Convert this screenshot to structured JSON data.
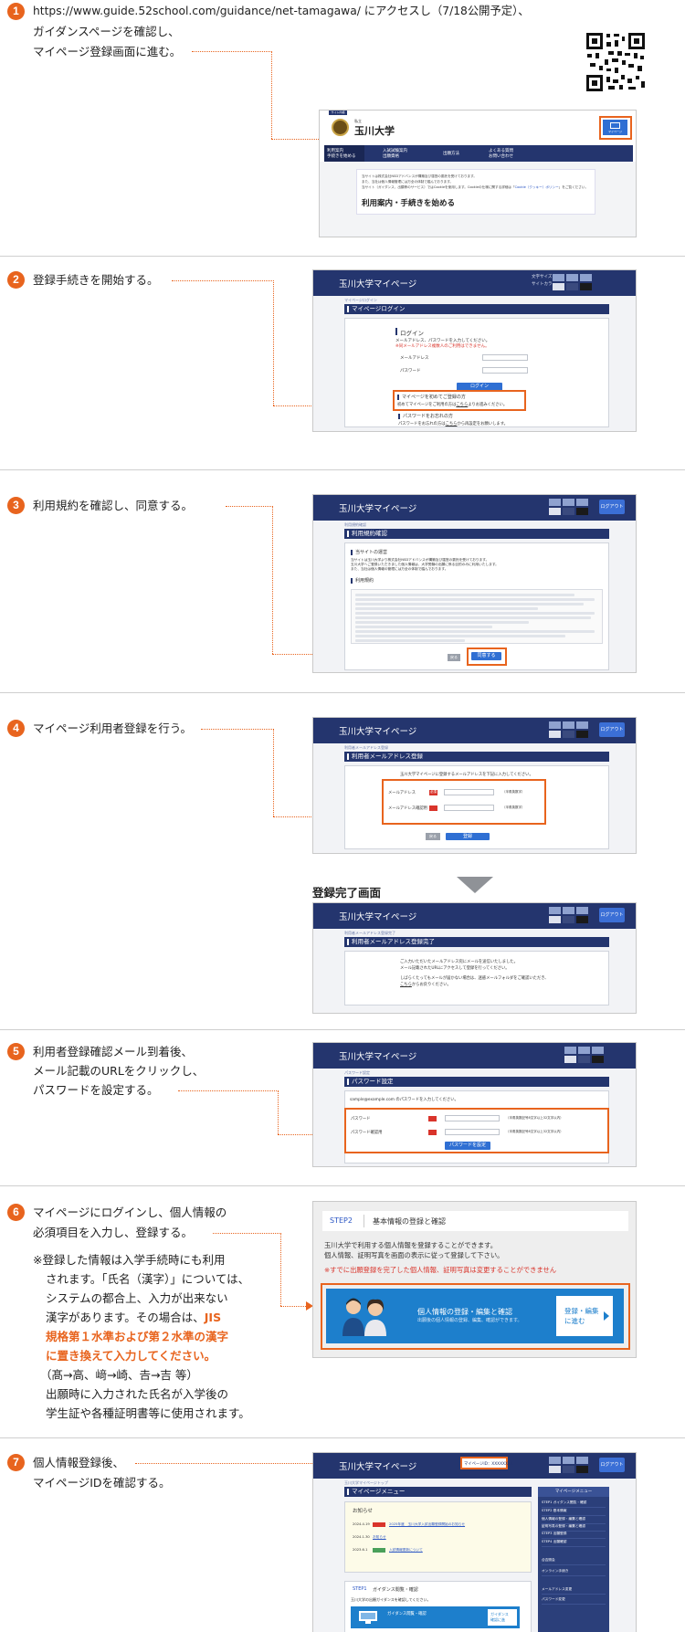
{
  "step1": {
    "num": "1",
    "line1": "https://www.guide.52school.com/guidance/net-tamagawa/ にアクセスし（7/18公開予定）、",
    "line2": "ガイダンスページを確認し、",
    "line3": "マイページ登録画面に進む。",
    "screen": {
      "tag": "サイト内検",
      "school_small": "私立",
      "school": "玉川大学",
      "mypage_btn": "マイページ",
      "nav": [
        {
          "l1": "利用案内",
          "l2": "手続きを始める"
        },
        {
          "l1": "入試試験案内",
          "l2": "出願資格"
        },
        {
          "l1": "出願方法",
          "l2": ""
        },
        {
          "l1": "よくある質問",
          "l2": "お問い合わせ"
        }
      ],
      "notice1": "当サイトは株式会社NSDアドバンスが構築及び運営の委託を受けております。",
      "notice2": "また、当社は個人情報管理には万全の体制で臨んでおります。",
      "notice3": "当サイト（ガイダンス、出願等のサービス）ではCookieを使用します。Cookieの仕様に関する詳細は「",
      "notice3_link": "Cookie（クッキー）ポリシー",
      "notice3_end": "」をご覧ください。",
      "heading": "利用案内・手続きを始める"
    }
  },
  "step2": {
    "num": "2",
    "text": "登録手続きを開始する。",
    "screen": {
      "app": "玉川大学マイページ",
      "fontsize_label": "文字サイズ",
      "color_label": "サイトカラー",
      "crumb": "マイページログイン",
      "title": "マイページログイン",
      "login_head": "ログイン",
      "login_desc": "メールアドレス、パスワードを入力してください。",
      "login_warn": "※同メールアドレス複数人のご利用はできません。",
      "mail_label": "メールアドレス",
      "pw_label": "パスワード",
      "login_btn": "ログイン",
      "first_head": "マイページを初めてご登録の方",
      "first_desc": "初めてマイページをご利用の方は",
      "first_link": "こちら",
      "first_end": "よりお進みください。",
      "forgot_head": "パスワードをお忘れの方",
      "forgot_desc": "パスワードをお忘れの方は",
      "forgot_link": "こちら",
      "forgot_end": "から再設定をお願いします。"
    }
  },
  "step3": {
    "num": "3",
    "text": "利用規約を確認し、同意する。",
    "screen": {
      "app": "玉川大学マイページ",
      "logout": "ログアウト",
      "crumb": "利用規約確認",
      "title": "利用規約確認",
      "sec1": "当サイトの運営",
      "sec1_l1": "当サイトは玉川大学より株式会社NSDアドバンスが構築及び運営の委託を受けております。",
      "sec1_l2": "玉川大学へご登録いただきました個人情報は、大学受験の出願に係る目的のみに利用いたします。",
      "sec1_l3": "また、当社は個人情報の管理には万全の体制で臨んでおります。",
      "sec2": "利用規約",
      "back_btn": "戻る",
      "agree_btn": "同意する"
    }
  },
  "step4": {
    "num": "4",
    "text": "マイページ利用者登録を行う。",
    "screen": {
      "app": "玉川大学マイページ",
      "logout": "ログアウト",
      "crumb": "利用者メールアドレス登録",
      "title": "利用者メールアドレス登録",
      "desc": "玉川大学マイページに登録するメールアドレスを下記に入力してください。",
      "mail_label": "メールアドレス",
      "mail2_label": "メールアドレス確認用",
      "req": "必須",
      "hint": "（半角英数字）",
      "back_btn": "戻る",
      "submit_btn": "登録"
    },
    "complete_label": "登録完了画面",
    "complete": {
      "app": "玉川大学マイページ",
      "logout": "ログアウト",
      "crumb": "利用者メールアドレス登録完了",
      "title": "利用者メールアドレス登録完了",
      "l1": "ご入力いただいたメールアドレス宛にメールを送信いたしました。",
      "l2": "メール記載されたURLにアクセスして登録を行ってください。",
      "l3": "しばらくたってもメールが届かない場合は、迷惑メールフォルダをご確認いただき、",
      "l4_link": "こちら",
      "l4": "からお戻りください。"
    }
  },
  "step5": {
    "num": "5",
    "line1": "利用者登録確認メール到着後、",
    "line2": "メール記載のURLをクリックし、",
    "line3": "パスワードを設定する。",
    "screen": {
      "app": "玉川大学マイページ",
      "crumb": "パスワード設定",
      "title": "パスワード設定",
      "mail": "sample@example.com のパスワードを入力してください。",
      "pw_label": "パスワード",
      "pw2_label": "パスワード確認用",
      "req": "必須",
      "hint": "（半角英数記号8文字以上32文字以内）",
      "submit_btn": "パスワードを設定"
    }
  },
  "step6": {
    "num": "6",
    "line1": "マイページにログインし、個人情報の",
    "line2": "必須項目を入力し、登録する。",
    "note1": "※登録した情報は入学手続時にも利用",
    "note2": "されます。「氏名（漢字）」については、",
    "note3": "システムの都合上、入力が出来ない",
    "note4": "漢字があります。その場合は、",
    "note4_hl": "JIS",
    "note5_hl": "規格第１水準および第２水準の漢字",
    "note6_hl": "に置き換えて入力してください。",
    "note7": "（髙→高、﨑→崎、𠮷→吉 等）",
    "note8": "出願時に入力された氏名が入学後の",
    "note9": "学生証や各種証明書等に使用されます。",
    "screen": {
      "step": "STEP2",
      "step_title": "基本情報の登録と確認",
      "desc1": "玉川大学で利用する個人情報を登録することができます。",
      "desc2": "個人情報、証明写真を画面の表示に従って登録して下さい。",
      "warn": "※すでに出願登録を完了した個人情報、証明写真は変更することができません",
      "banner_title": "個人情報の登録・編集と確認",
      "banner_sub": "出願後の個人情報の登録、編集、確認ができます。",
      "banner_btn1": "登録・編集",
      "banner_btn2": "に進む"
    }
  },
  "step7": {
    "num": "7",
    "line1": "個人情報登録後、",
    "line2": "マイページIDを確認する。",
    "screen": {
      "app": "玉川大学マイページ",
      "id_box": "マイページID：XXXXXXXX",
      "logout": "ログアウト",
      "crumb": "玉川大学マイページトップ",
      "title": "マイページメニュー",
      "news": "お知らせ",
      "news_items": [
        {
          "date": "2024.4.19",
          "text": "2025年度　玉川大学入試出願登録開始のお知らせ"
        },
        {
          "date": "2024.1.30",
          "text": "お知らせ"
        },
        {
          "date": "2023.6.1",
          "text": "入試情報更新について"
        }
      ],
      "step1_label": "STEP1",
      "step1_title": "ガイダンス閲覧・確認",
      "step1_desc": "玉川大学の出願ガイダンスを確認してください。",
      "guide_title": "ガイダンス閲覧・確認",
      "guide_btn1": "ガイダンス",
      "guide_btn2": "確認に進",
      "menu_title": "マイページメニュー",
      "menu": [
        "STEP1 ガイダンス閲覧・確認",
        "STEP2 基本情報",
        "個人情報の登録・編集と確認",
        "証明写真の登録・編集と確認",
        "STEP3 出願登録",
        "STEP4 出願確認",
        "合否照会",
        "オンライン手続き",
        "メールアドレス変更",
        "パスワード変更"
      ]
    }
  },
  "colors": {
    "accent": "#e8641e",
    "navy": "#24356e",
    "blue": "#2f6fd3"
  }
}
